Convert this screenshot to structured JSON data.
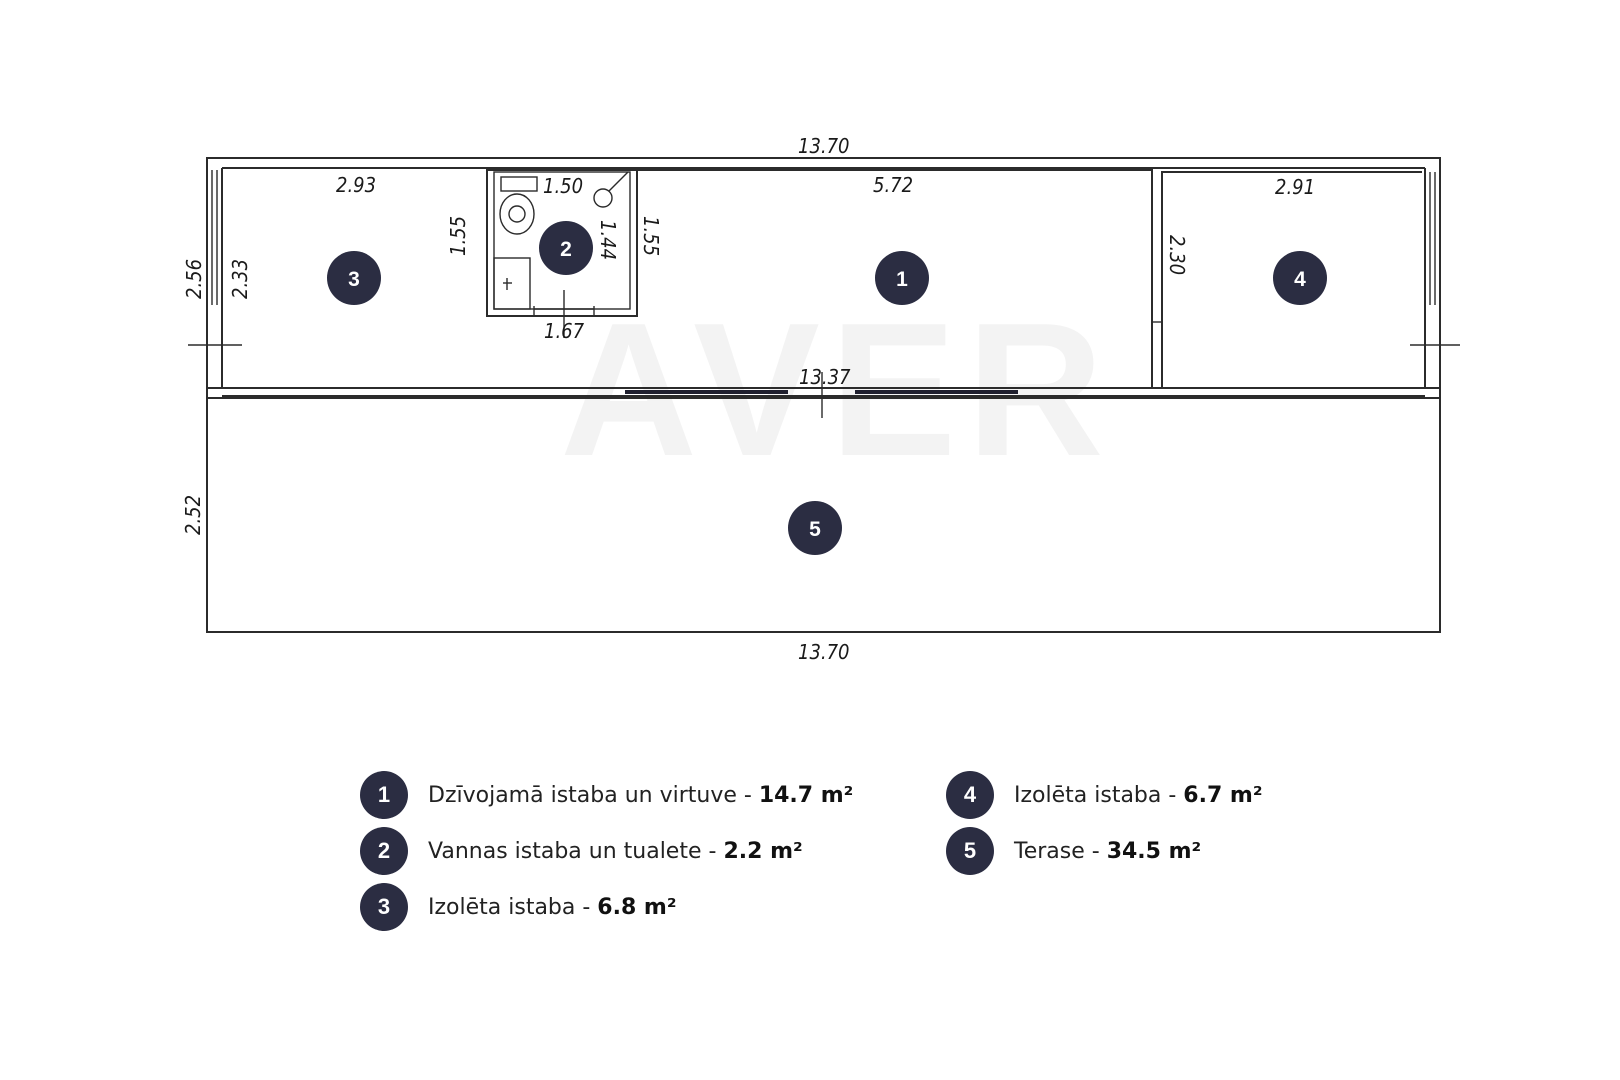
{
  "watermark": "AVER",
  "dimensions": {
    "top_total": "13.70",
    "bottom_total": "13.70",
    "left_outer": "2.56",
    "left_inner": "2.33",
    "room3_width": "2.93",
    "bath_left": "1.55",
    "bath_width": "1.50",
    "bath_inner": "1.44",
    "bath_right": "1.55",
    "bath_bottom": "1.67",
    "room1_width": "5.72",
    "room4_left": "2.30",
    "room4_width": "2.91",
    "front_wall": "13.37",
    "terrace_depth": "2.52"
  },
  "markers": [
    "1",
    "2",
    "3",
    "4",
    "5"
  ],
  "legend": [
    {
      "number": "1",
      "label": "Dzīvojamā istaba un virtuve - ",
      "area": "14.7 m²"
    },
    {
      "number": "2",
      "label": "Vannas istaba un tualete - ",
      "area": "2.2 m²"
    },
    {
      "number": "3",
      "label": "Izolēta istaba - ",
      "area": "6.8 m²"
    },
    {
      "number": "4",
      "label": "Izolēta istaba - ",
      "area": "6.7 m²"
    },
    {
      "number": "5",
      "label": "Terase - ",
      "area": "34.5 m²"
    }
  ]
}
